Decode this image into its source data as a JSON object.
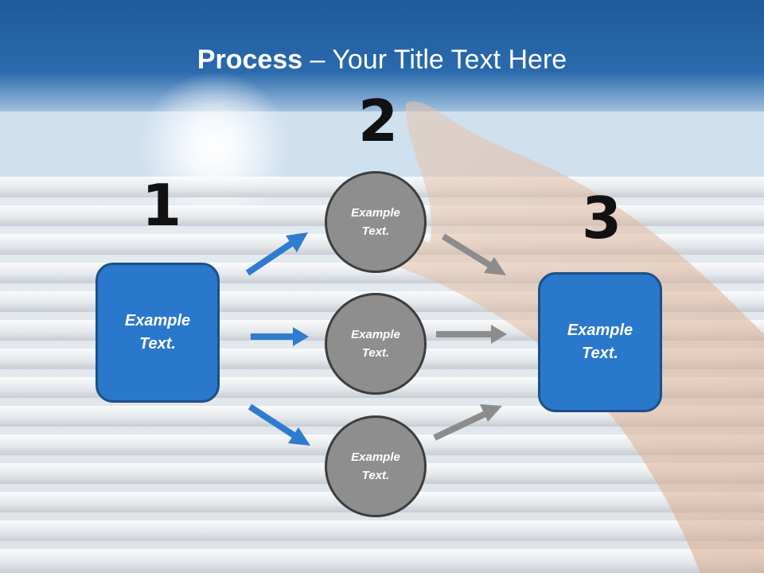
{
  "title": {
    "bold": "Process",
    "rest": " – Your Title Text Here"
  },
  "steps": [
    {
      "number": "1",
      "text": "Example Text."
    },
    {
      "number": "2",
      "items": [
        "Example Text.",
        "Example Text.",
        "Example Text."
      ]
    },
    {
      "number": "3",
      "text": "Example Text."
    }
  ],
  "colors": {
    "header": "#1d5a9c",
    "box": "#2a78cc",
    "circle": "#8e8e8e",
    "blue_arrow": "#2f7bd0",
    "gray_arrow": "#8c8c8c"
  }
}
